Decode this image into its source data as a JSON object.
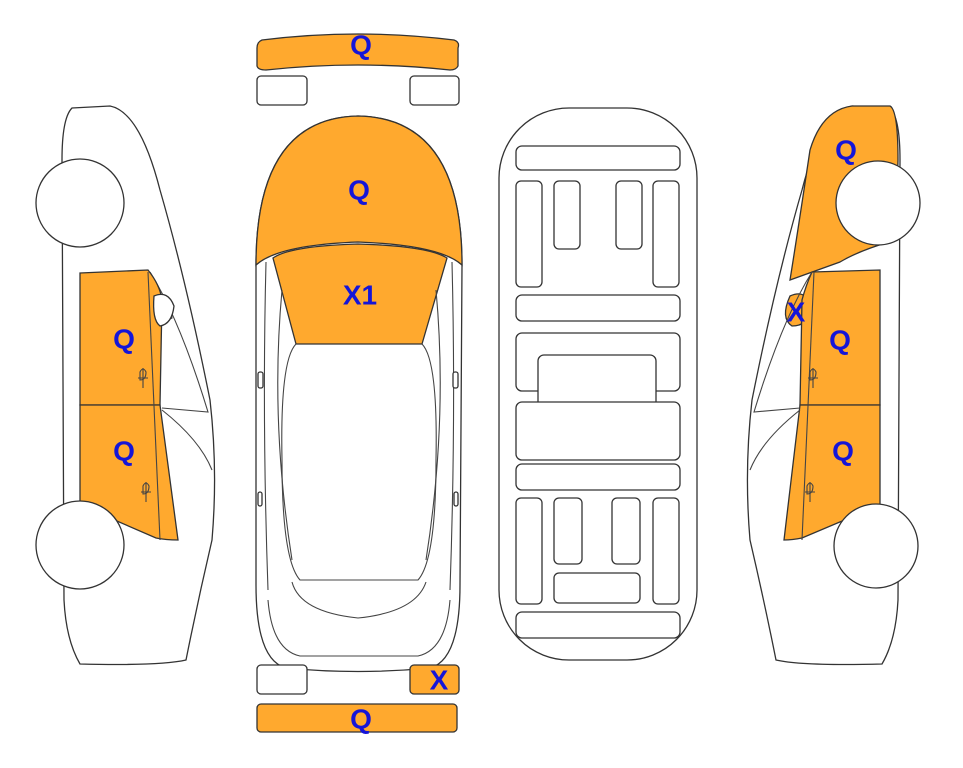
{
  "colors": {
    "damage": "#FFA92E",
    "label": "#1515D8"
  },
  "parts": [
    {
      "name": "front-bumper",
      "label": "Q",
      "damaged": true
    },
    {
      "name": "hood",
      "label": "Q",
      "damaged": true
    },
    {
      "name": "windshield",
      "label": "X1",
      "damaged": true
    },
    {
      "name": "rear-right-lamp",
      "label": "X",
      "damaged": true
    },
    {
      "name": "rear-bumper",
      "label": "Q",
      "damaged": true
    },
    {
      "name": "left-front-door",
      "label": "Q",
      "damaged": true
    },
    {
      "name": "left-rear-door",
      "label": "Q",
      "damaged": true
    },
    {
      "name": "right-front-fender",
      "label": "Q",
      "damaged": true
    },
    {
      "name": "right-mirror",
      "label": "X",
      "damaged": true
    },
    {
      "name": "right-front-door",
      "label": "Q",
      "damaged": true
    },
    {
      "name": "right-rear-door",
      "label": "Q",
      "damaged": true
    }
  ]
}
